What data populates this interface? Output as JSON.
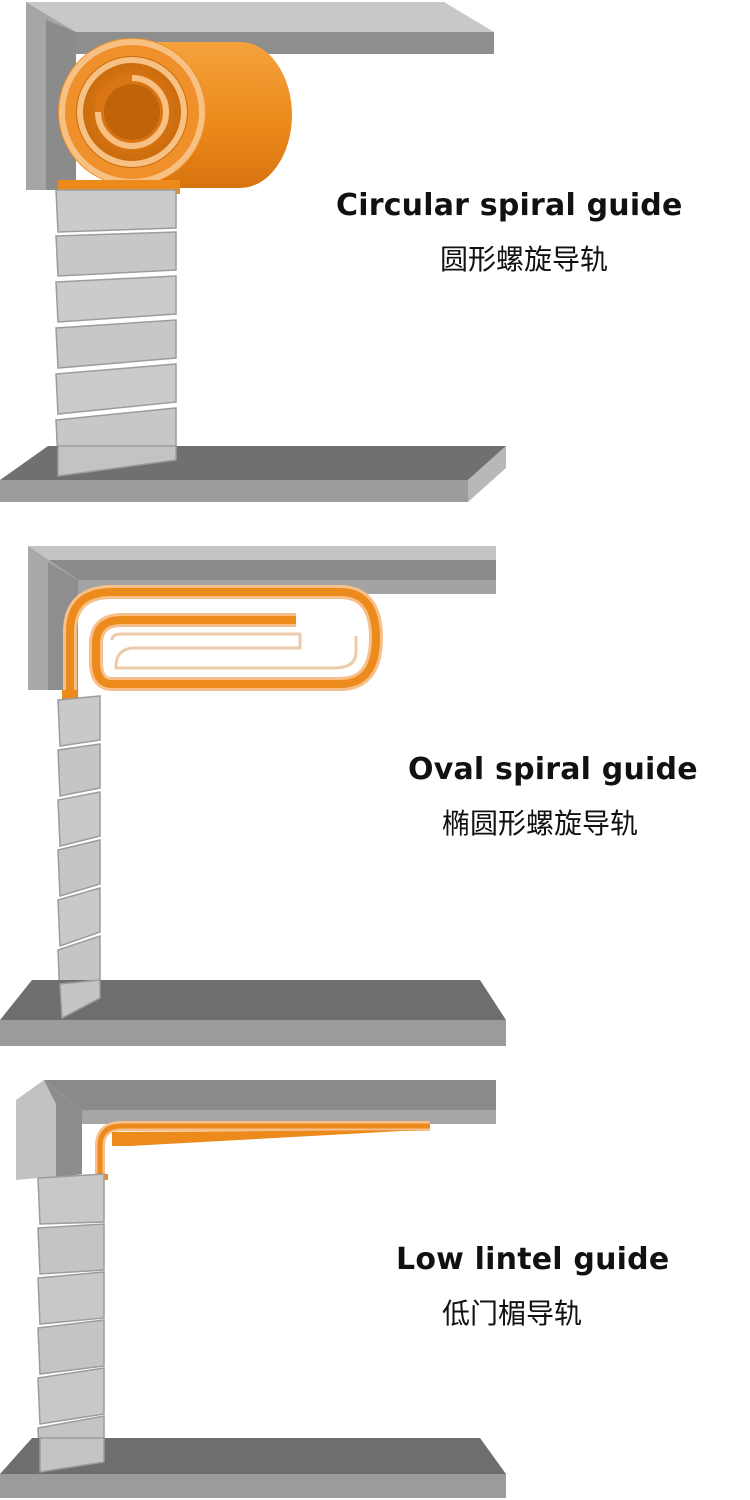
{
  "guides": [
    {
      "id": "circular",
      "name_en": "Circular spiral guide",
      "name_zh": "圆形螺旋导轨"
    },
    {
      "id": "oval",
      "name_en": "Oval spiral guide",
      "name_zh": "椭圆形螺旋导轨"
    },
    {
      "id": "low-lintel",
      "name_en": "Low lintel guide",
      "name_zh": "低门楣导轨"
    }
  ],
  "colors": {
    "wall_face": "#8d8d8d",
    "wall_top": "#c4c4c4",
    "wall_edge": "#a9a9a9",
    "floor_top": "#6f6f6f",
    "floor_front": "#9b9b9b",
    "slat_light": "#c9c9c9",
    "slat_mid": "#b3b3b3",
    "orange": "#ef8f20",
    "orange_dark": "#d77712",
    "orange_light": "#f7bf7e"
  }
}
